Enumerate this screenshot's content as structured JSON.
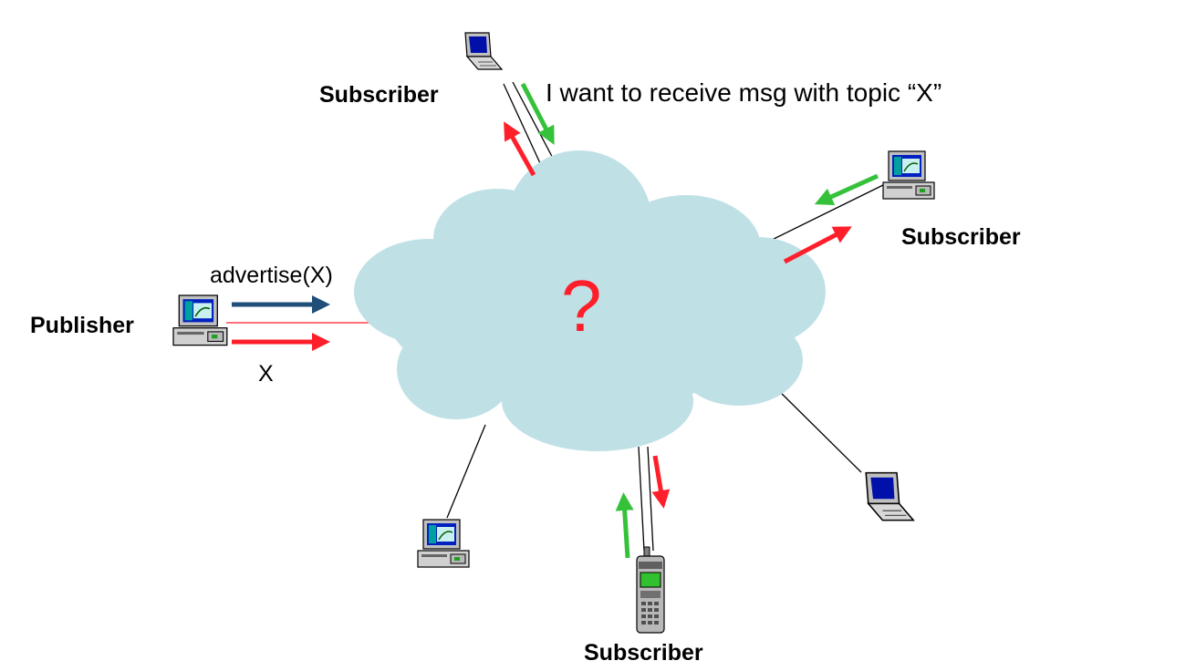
{
  "labels": {
    "subscriber_top": "Subscriber",
    "subscriber_right": "Subscriber",
    "subscriber_bottom": "Subscriber",
    "publisher": "Publisher",
    "subscribe_msg": "I want to receive msg with topic “X”",
    "advertise": "advertise(X)",
    "publish_topic": "X",
    "cloud_mark": "?"
  },
  "colors": {
    "cloud": "#bfe1e6",
    "publish_arrow": "#ff1f2a",
    "subscribe_arrow": "#35c23a",
    "advertise_arrow": "#1f4e79"
  },
  "icons": [
    "laptop-icon",
    "desktop-computer-icon",
    "mobile-phone-icon"
  ]
}
